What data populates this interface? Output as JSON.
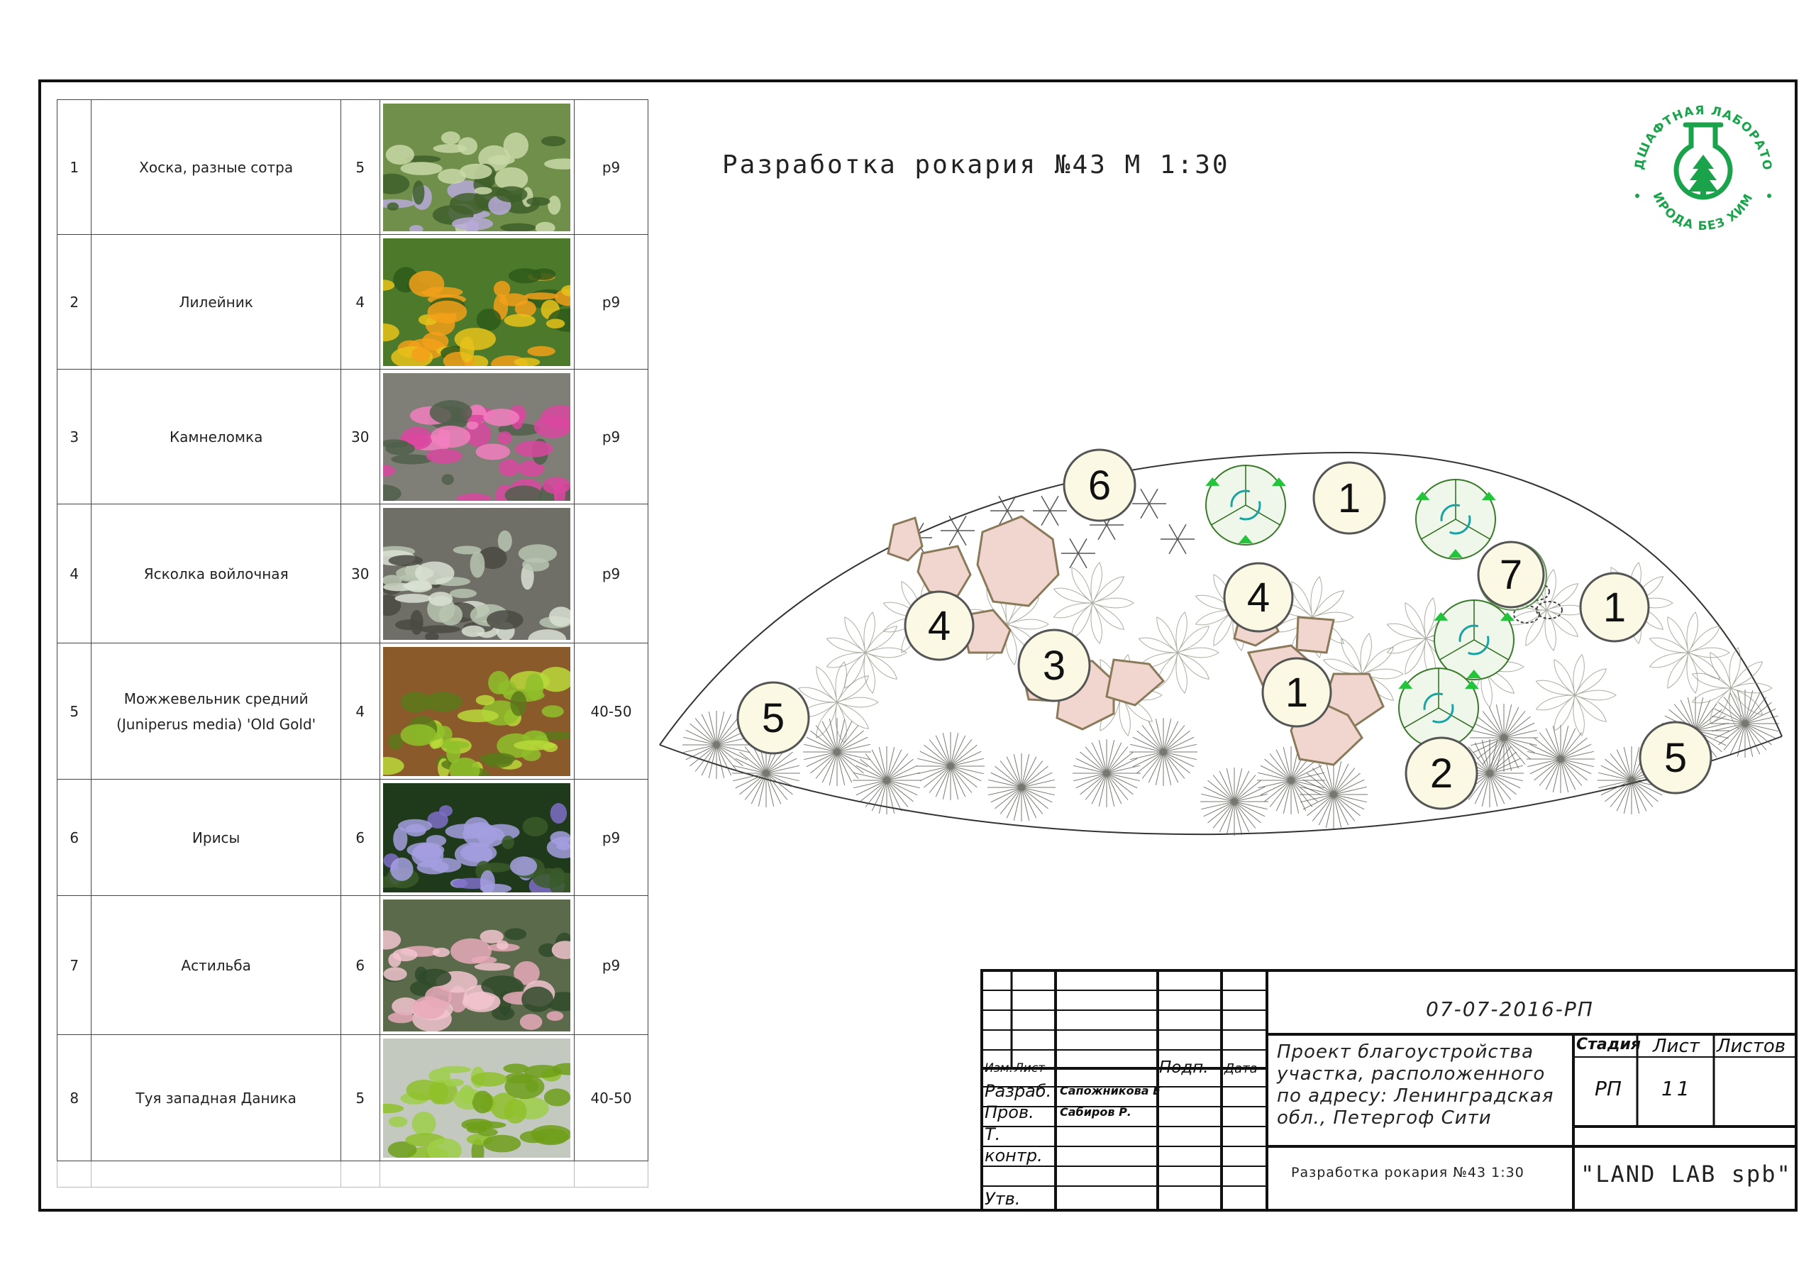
{
  "title": "Разработка рокария №43 М 1:30",
  "plants": [
    {
      "num": "1",
      "name": "Хоска, разные сотра",
      "qty": "5",
      "size": "р9",
      "photo": "hosta-photo"
    },
    {
      "num": "2",
      "name": "Лилейник",
      "qty": "4",
      "size": "р9",
      "photo": "daylily-photo"
    },
    {
      "num": "3",
      "name": "Камнеломка",
      "qty": "30",
      "size": "р9",
      "photo": "saxifrage-photo"
    },
    {
      "num": "4",
      "name": "Ясколка войлочная",
      "qty": "30",
      "size": "р9",
      "photo": "cerastium-photo"
    },
    {
      "num": "5",
      "name": "Можжевельник средний (Juniperus media) 'Old Gold'",
      "qty": "4",
      "size": "40-50",
      "photo": "juniper-photo"
    },
    {
      "num": "6",
      "name": "Ирисы",
      "qty": "6",
      "size": "р9",
      "photo": "iris-photo"
    },
    {
      "num": "7",
      "name": "Астильба",
      "qty": "6",
      "size": "р9",
      "photo": "astilbe-photo"
    },
    {
      "num": "8",
      "name": "Туя западная Даника",
      "qty": "5",
      "size": "40-50",
      "photo": "thuja-photo"
    }
  ],
  "logo": {
    "top_text": "ЛАНДШАФТНАЯ ЛАБОРАТОРИЯ",
    "bottom_text": "ПРИРОДА БЕЗ ХИМИИ",
    "color": "#1aa34a"
  },
  "plan_markers": [
    "6",
    "1",
    "7",
    "1",
    "4",
    "4",
    "3",
    "1",
    "2",
    "5",
    "5"
  ],
  "stamp": {
    "code": "07-07-2016-РП",
    "project": "Проект благоустройства участка, расположенного по адресу: Ленинградская обл., Петергоф Сити",
    "col_izm": "Изм.",
    "col_list": "Лист",
    "col_podp": "Подп.",
    "col_data": "Дата",
    "razrab_label": "Разраб.",
    "razrab_name": "Сапожникова Е",
    "prov_label": "Пров.",
    "prov_name": "Сабиров Р.",
    "tkontr_label": "Т. контр.",
    "utv_label": "Утв.",
    "stadia_label": "Стадия",
    "list_label": "Лист",
    "listov_label": "Листов",
    "stadia_value": "РП",
    "list_value": "11",
    "sheet_title": "Разработка рокария №43 1:30",
    "company": "\"LAND LAB spb\""
  },
  "colors": {
    "stone_fill": "#f1d6cf",
    "stone_stroke": "#8a7a5a",
    "marker_fill": "#fbf8e4",
    "green_accent": "#22c43a"
  }
}
